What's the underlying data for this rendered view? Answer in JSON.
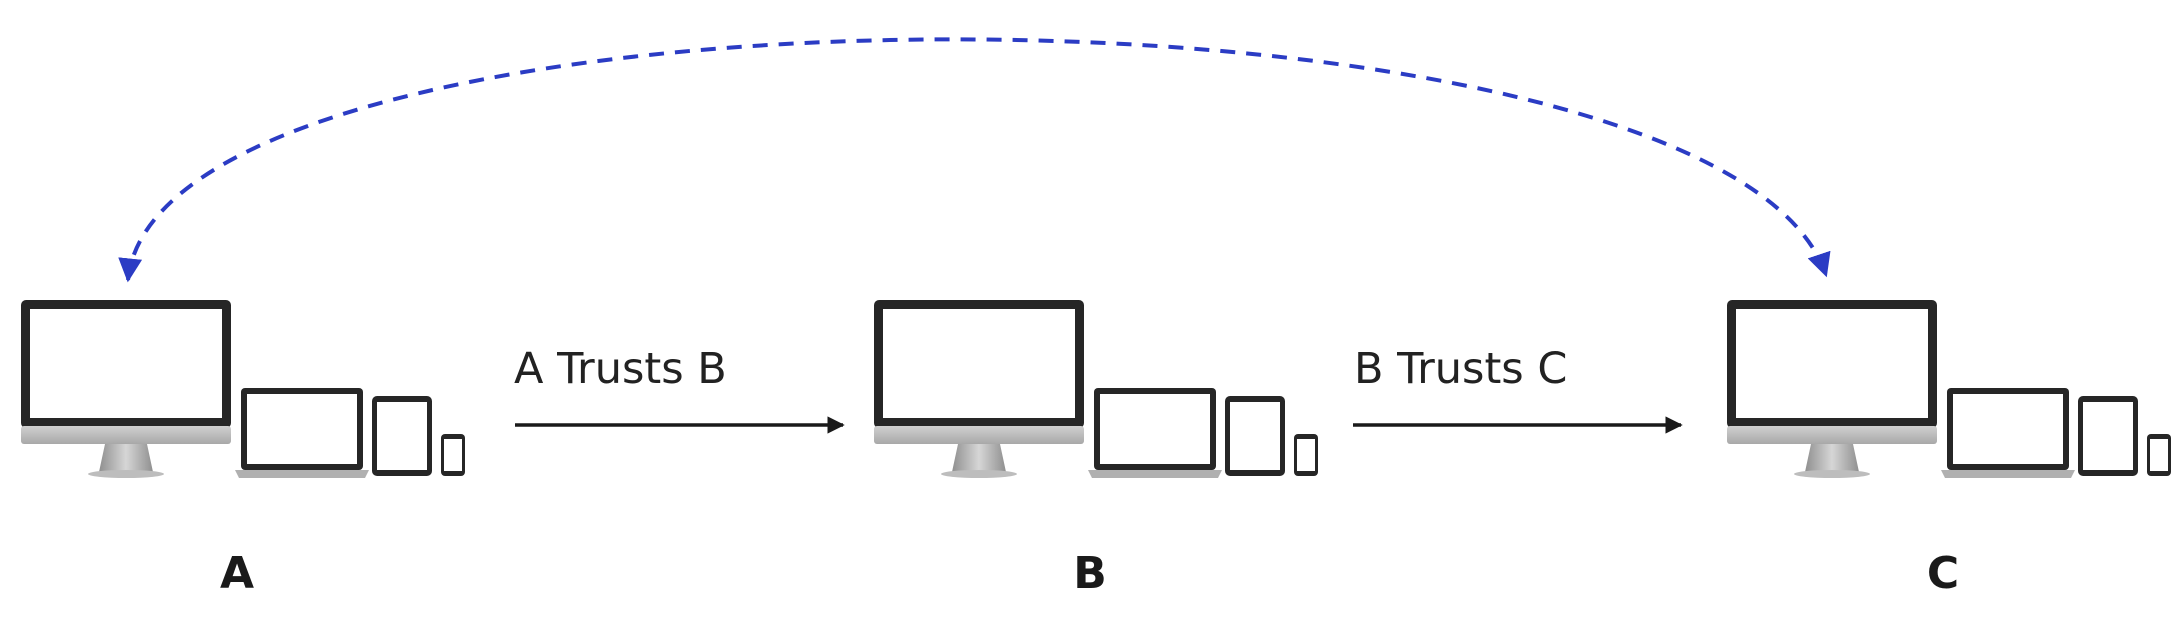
{
  "nodes": [
    {
      "id": "A",
      "label": "A"
    },
    {
      "id": "B",
      "label": "B"
    },
    {
      "id": "C",
      "label": "C"
    }
  ],
  "edges": [
    {
      "from": "A",
      "to": "B",
      "label": "A Trusts B",
      "style": "solid"
    },
    {
      "from": "B",
      "to": "C",
      "label": "B Trusts C",
      "style": "solid"
    },
    {
      "from": "A",
      "to": "C",
      "label": "",
      "style": "dashed",
      "direction": "both"
    }
  ],
  "colors": {
    "solid_arrow": "#1a1a1a",
    "dashed_arrow": "#2b3cc4",
    "device_frame": "#2a2a2a",
    "device_stand": "#b5b5b5"
  }
}
